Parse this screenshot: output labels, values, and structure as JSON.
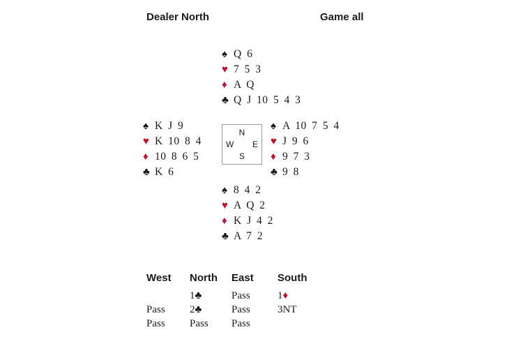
{
  "header": {
    "dealer": "Dealer North",
    "vulnerability": "Game all"
  },
  "colors": {
    "red": "#c8102e",
    "black": "#1a1a1a"
  },
  "symbols": {
    "spade": "♠",
    "heart": "♥",
    "diamond": "♦",
    "club": "♣"
  },
  "compass": {
    "north": "N",
    "east": "E",
    "south": "S",
    "west": "W"
  },
  "hands": {
    "north": {
      "spades": "Q 6",
      "hearts": "7 5 3",
      "diamonds": "A Q",
      "clubs": "Q J 10 5 4 3"
    },
    "west": {
      "spades": "K J 9",
      "hearts": "K 10 8 4",
      "diamonds": "10 8 6 5",
      "clubs": "K 6"
    },
    "east": {
      "spades": "A 10 7 5 4",
      "hearts": "J 9 6",
      "diamonds": "9 7 3",
      "clubs": "9 8"
    },
    "south": {
      "spades": "8 4 2",
      "hearts": "A Q 2",
      "diamonds": "K J 4 2",
      "clubs": "A 7 2"
    }
  },
  "auction": {
    "headers": [
      "West",
      "North",
      "East",
      "South"
    ],
    "rows": [
      [
        "",
        "1♣",
        "Pass",
        "1♦"
      ],
      [
        "Pass",
        "2♣",
        "Pass",
        "3NT"
      ],
      [
        "Pass",
        "Pass",
        "Pass",
        ""
      ]
    ]
  }
}
